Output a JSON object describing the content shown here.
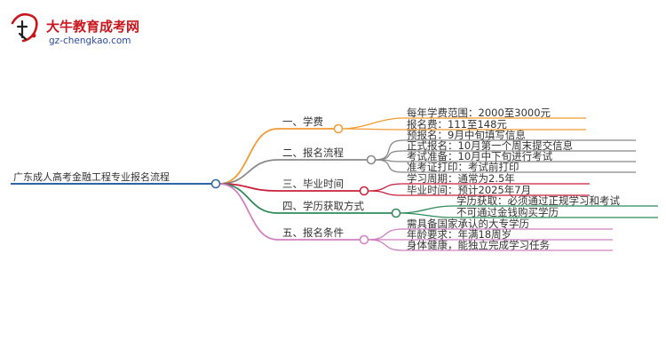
{
  "logo": {
    "name": "大牛教育成考网",
    "url": "gz-chengkao.com",
    "colors": {
      "name": "#c9161d",
      "url": "#2b4aa0",
      "mark": "#c9161d"
    }
  },
  "root": {
    "label": "广东成人高考金融工程专业报名流程",
    "color": "#2e63a8"
  },
  "branches": [
    {
      "label": "一、学费",
      "color": "#f29a32",
      "children": [
        "每年学费范围：2000至3000元",
        "报名费：111至148元"
      ]
    },
    {
      "label": "二、报名流程",
      "color": "#888888",
      "children": [
        "预报名：9月中旬填写信息",
        "正式报名：10月第一个周末提交信息",
        "考试准备：10月中下旬进行考试",
        "准考证打印：考试前打印"
      ]
    },
    {
      "label": "三、毕业时间",
      "color": "#c91f3b",
      "children": [
        "学习周期：通常为2.5年",
        "毕业时间：预计2025年7月"
      ]
    },
    {
      "label": "四、学历获取方式",
      "color": "#2e8b57",
      "children": [
        "学历获取：必须通过正规学习和考试",
        "不可通过金钱购买学历"
      ]
    },
    {
      "label": "五、报名条件",
      "color": "#d27fc0",
      "children": [
        "需具备国家承认的大专学历",
        "年龄要求：年满18周岁",
        "身体健康，能独立完成学习任务"
      ]
    }
  ]
}
